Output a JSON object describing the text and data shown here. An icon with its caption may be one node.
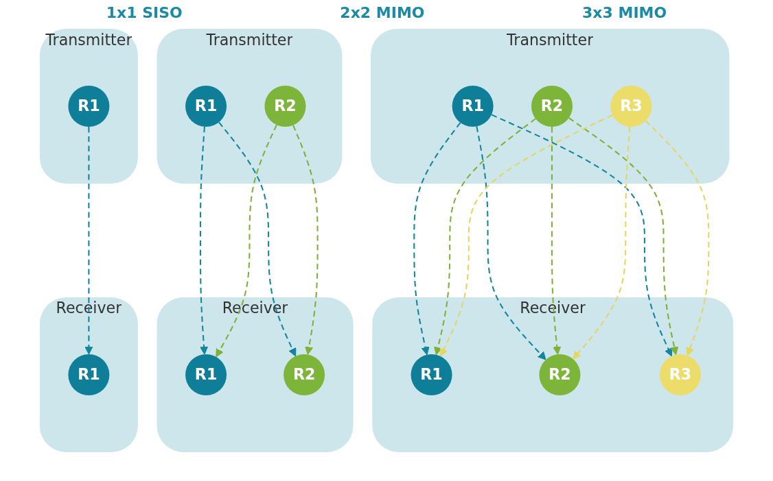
{
  "diagram": {
    "nodes": [
      {
        "text": [
          "Transmitter"
        ]
      },
      {
        "text": [
          "R1"
        ],
        "in": 0
      },
      {
        "text": [
          "Transmitter"
        ]
      },
      {
        "text": [
          "R1"
        ],
        "in": 2
      },
      {
        "text": [
          "R2"
        ],
        "in": 2
      },
      {
        "text": [
          "Transmitter"
        ]
      },
      {
        "text": [
          "R1"
        ],
        "in": 5
      },
      {
        "text": [
          "R2"
        ],
        "in": 5
      },
      {
        "text": [
          "R3"
        ],
        "in": 5
      },
      {
        "text": [
          "Receiver"
        ]
      },
      {
        "text": [
          "R1"
        ],
        "in": 9
      },
      {
        "text": [
          "Receiver"
        ]
      },
      {
        "text": [
          "R1"
        ],
        "in": 11
      },
      {
        "text": [
          "R2"
        ],
        "in": 11
      },
      {
        "text": [
          "Receiver"
        ]
      },
      {
        "text": [
          "R1"
        ],
        "in": 14
      },
      {
        "text": [
          "R2"
        ],
        "in": 14
      },
      {
        "text": [
          "R3"
        ],
        "in": 14
      }
    ],
    "edges": [
      {
        "from": 1,
        "to": 10,
        "arrow": "to",
        "style": "dashed",
        "color": "#12869e"
      },
      {
        "from": 3,
        "to": 12,
        "arrow": "to",
        "style": "dashed",
        "color": "#12869e"
      },
      {
        "from": 3,
        "to": 13,
        "arrow": "to",
        "style": "dashed",
        "color": "#12869e"
      },
      {
        "from": 4,
        "to": 12,
        "arrow": "to",
        "style": "dashed",
        "color": "#7fb13a"
      },
      {
        "from": 4,
        "to": 13,
        "arrow": "to",
        "style": "dashed",
        "color": "#7fb13a"
      },
      {
        "from": 6,
        "to": 15,
        "arrow": "to",
        "style": "dashed",
        "color": "#12869e"
      },
      {
        "from": 6,
        "to": 16,
        "arrow": "to",
        "style": "dashed",
        "color": "#12869e"
      },
      {
        "from": 6,
        "to": 17,
        "arrow": "to",
        "style": "dashed",
        "color": "#12869e"
      },
      {
        "from": 7,
        "to": 15,
        "arrow": "to",
        "style": "dashed",
        "color": "#7fb13a"
      },
      {
        "from": 7,
        "to": 16,
        "arrow": "to",
        "style": "dashed",
        "color": "#7fb13a"
      },
      {
        "from": 7,
        "to": 17,
        "arrow": "to",
        "style": "dashed",
        "color": "#7fb13a"
      },
      {
        "from": 8,
        "to": 15,
        "arrow": "to",
        "style": "dashed",
        "color": "#e5d660"
      },
      {
        "from": 8,
        "to": 16,
        "arrow": "to",
        "style": "dashed",
        "color": "#e5d660"
      },
      {
        "from": 8,
        "to": 17,
        "arrow": "to",
        "style": "dashed",
        "color": "#e5d660"
      }
    ],
    "labels": [
      "1x1 SISO",
      "2x2 MIMO",
      "3x3 MIMO"
    ]
  }
}
